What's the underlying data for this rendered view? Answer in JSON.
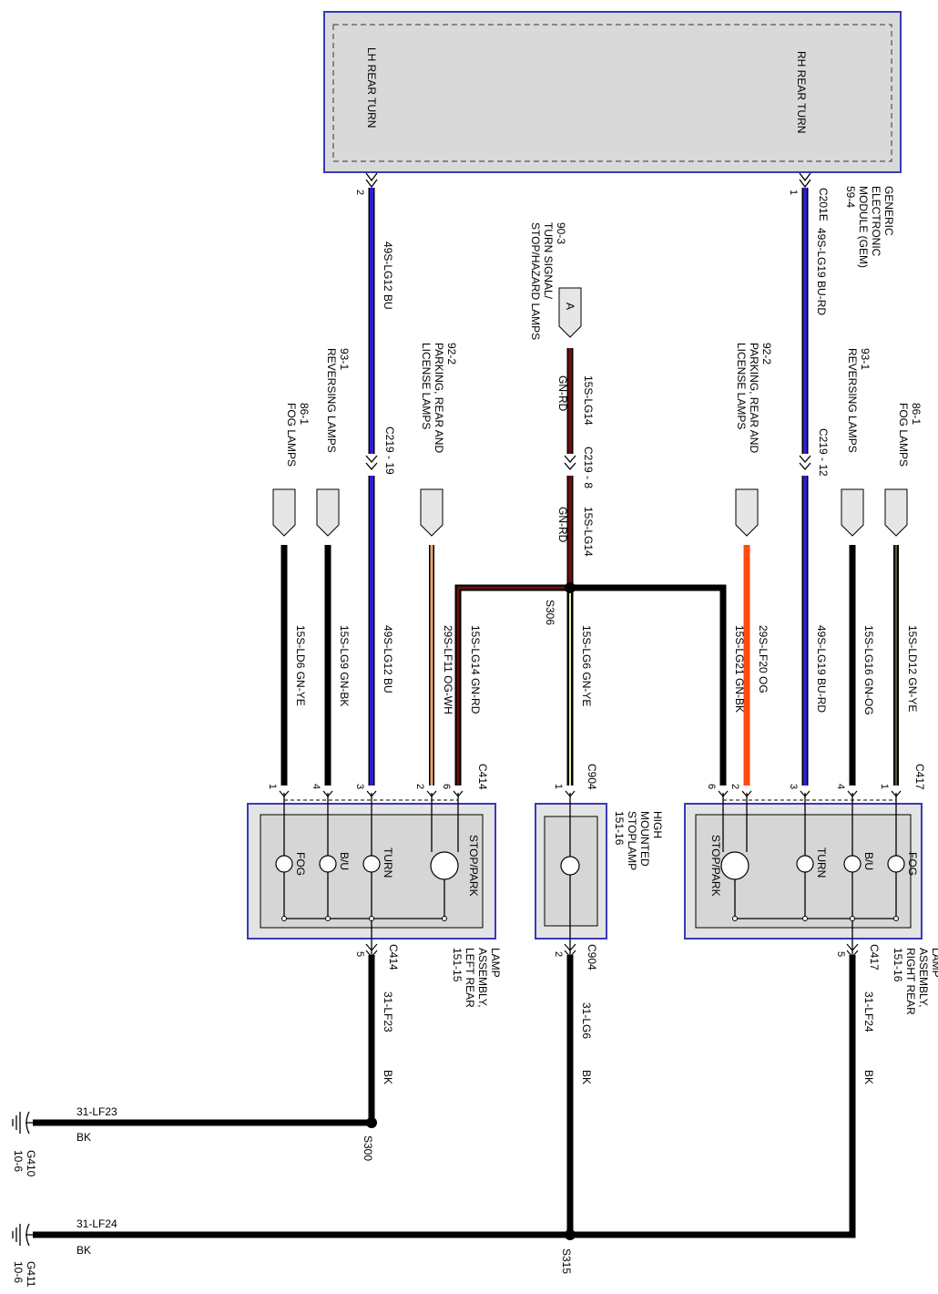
{
  "gem": {
    "lh_rear_turn": "LH REAR TURN",
    "rh_rear_turn": "RH REAR TURN",
    "lines": [
      "GENERIC",
      "ELECTRONIC",
      "MODULE (GEM)",
      "59-4"
    ],
    "connector": "C201E",
    "pin_lh": "2",
    "pin_rh": "1"
  },
  "refs": {
    "turn_signal": [
      "90-3",
      "TURN SIGNAL/",
      "STOP/HAZARD LAMPS"
    ],
    "flag_a": "A",
    "left_reversing": [
      "93-1",
      "REVERSING LAMPS"
    ],
    "left_fog": [
      "86-1",
      "FOG LAMPS"
    ],
    "left_parking": [
      "92-2",
      "PARKING, REAR AND",
      "LICENSE LAMPS"
    ],
    "right_parking": [
      "92-2",
      "PARKING, REAR AND",
      "LICENSE LAMPS"
    ],
    "right_reversing": [
      "93-1",
      "REVERSING LAMPS"
    ],
    "right_fog": [
      "86-1",
      "FOG LAMPS"
    ]
  },
  "wires": {
    "w_49s_lg12_upper": "49S-LG12  BU",
    "w_49s_lg12_lower": "49S-LG12  BU",
    "w_49s_lg19_upper": "49S-LG19  BU-RD",
    "w_49s_lg19_lower": "49S-LG19  BU-RD",
    "w_15s_lg14_upper": "15S-LG14",
    "w_15s_lg14_upper_color": "GN-RD",
    "w_15s_lg14_mid": "15S-LG14",
    "w_15s_lg14_mid_color": "GN-RD",
    "w_15s_lg14_left": "15S-LG14  GN-RD",
    "w_15s_ld6": "15S-LD6  GN-YE",
    "w_15s_lg9": "15S-LG9  GN-BK",
    "w_29s_lf11": "29S-LF11  OG-WH",
    "w_15s_lg6": "15S-LG6  GN-YE",
    "w_15s_lg21": "15S-LG21  GN-BK",
    "w_29s_lf20": "29S-LF20  OG",
    "w_15s_lg16": "15S-LG16  GN-OG",
    "w_15s_ld12": "15S-LD12  GN-YE",
    "w_31_lf23": "31-LF23",
    "w_31_lf23_color": "BK",
    "w_31_lg6": "31-LG6",
    "w_31_lg6_color": "BK",
    "w_31_lf24": "31-LF24",
    "w_31_lf24_color": "BK",
    "g410_wire": "31-LF23",
    "g410_color": "BK",
    "g411_wire": "31-LF24",
    "g411_color": "BK"
  },
  "connectors": {
    "c219_19": "C219 - 19",
    "c219_8": "C219 - 8",
    "c219_12": "C219 - 12",
    "c414_top": "C414",
    "c904_top": "C904",
    "c417_top": "C417",
    "c414_bottom": "C414",
    "c904_bottom": "C904",
    "c417_bottom": "C417",
    "s306": "S306",
    "s300": "S300",
    "s315": "S315"
  },
  "pins": {
    "left_1": "1",
    "left_4": "4",
    "left_3": "3",
    "left_2": "2",
    "left_6": "6",
    "left_5": "5",
    "center_1": "1",
    "center_2": "2",
    "right_6": "6",
    "right_2": "2",
    "right_3": "3",
    "right_4": "4",
    "right_1": "1",
    "right_5": "5"
  },
  "lamps": {
    "left_fog": "FOG",
    "left_bu": "B/U",
    "left_turn": "TURN",
    "left_stop": "STOP/PARK",
    "center_hms": [
      "HIGH",
      "MOUNTED",
      "STOPLAMP",
      "151-16"
    ],
    "right_stop": "STOP/PARK",
    "right_turn": "TURN",
    "right_bu": "B/U",
    "right_fog": "FOG"
  },
  "assemblies": {
    "left": [
      "LAMP",
      "ASSEMBLY,",
      "LEFT REAR",
      "151-15"
    ],
    "right": [
      "LAMP",
      "ASSEMBLY,",
      "RIGHT REAR",
      "151-16"
    ]
  },
  "grounds": {
    "g410": [
      "G410",
      "10-6"
    ],
    "g411": [
      "G411",
      "10-6"
    ]
  },
  "colors": {
    "blue": "#2a1fd6",
    "black": "#000000",
    "dark_red": "#6b0f0f",
    "orange": "#ff4a12",
    "orange_wh": "#f2a46a",
    "frame": "#3a3ab8",
    "panel": "#d9d9d9"
  }
}
